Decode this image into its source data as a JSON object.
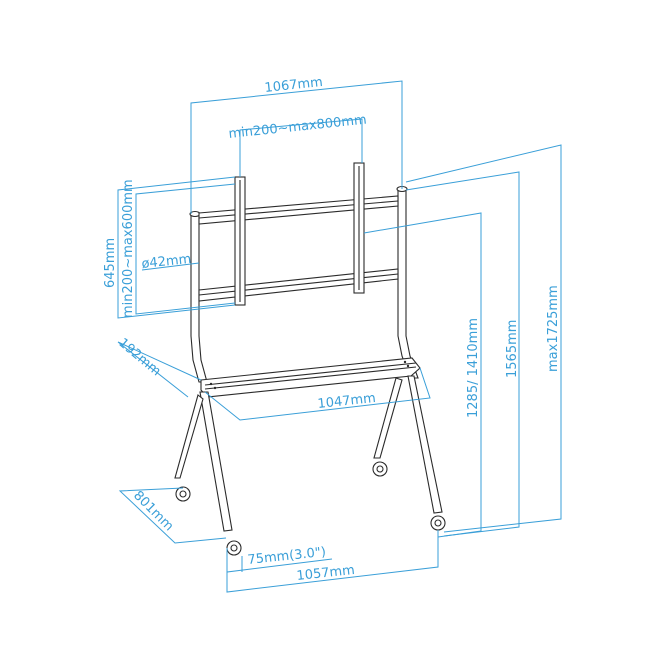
{
  "diagram": {
    "title": "Mobile TV stand dimension drawing",
    "colors": {
      "dimension_line": "#3a9fd8",
      "outline": "#2b2b2b",
      "background": "#ffffff"
    },
    "dimensions": {
      "overall_width": "1067mm",
      "vesa_horizontal": "min200~max800mm",
      "vesa_vertical": "min200~max600mm",
      "bracket_height": "645mm",
      "pole_diameter": "ø42mm",
      "shelf_depth": "192mm",
      "shelf_width": "1047mm",
      "center_heights": "1285/ 1410mm",
      "top_height": "1565mm",
      "max_height": "max1725mm",
      "base_depth": "801mm",
      "caster_size": "75mm(3.0\")",
      "base_width": "1057mm"
    },
    "parts": [
      "left-pole",
      "right-pole",
      "upper-crossbar",
      "lower-crossbar",
      "left-vesa-bracket",
      "right-vesa-bracket",
      "shelf",
      "front-legs",
      "rear-legs",
      "casters"
    ]
  }
}
